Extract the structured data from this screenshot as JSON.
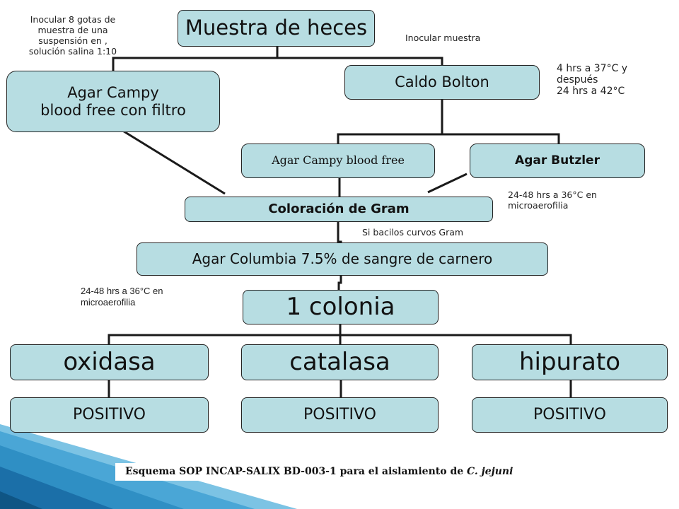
{
  "nodes": {
    "muestra": "Muestra de heces",
    "caldo": "Caldo Bolton",
    "agar_campy_filtro_l1": "Agar Campy",
    "agar_campy_filtro_l2": "blood free con filtro",
    "agar_campy_blood": "Agar Campy blood free",
    "agar_butzler": "Agar Butzler",
    "gram": "Coloración de Gram",
    "columbia": "Agar Columbia 7.5% de sangre de carnero",
    "colonia": "1 colonia",
    "oxidasa": "oxidasa",
    "catalasa": "catalasa",
    "hipurato": "hipurato",
    "positivo_1": "POSITIVO",
    "positivo_2": "POSITIVO",
    "positivo_3": "POSITIVO"
  },
  "annotations": {
    "inocular_gotas_l1": "Inocular 8 gotas de",
    "inocular_gotas_l2": "muestra de una",
    "inocular_gotas_l3": "suspensión en ,",
    "inocular_gotas_l4": "solución salina 1:10",
    "inocular_muestra": "Inocular muestra",
    "incubacion_l1": "4  hrs a 37°C y",
    "incubacion_l2": "después",
    "incubacion_l3": "24 hrs a  42°C",
    "micro_right_l1": "24-48 hrs a 36°C en",
    "micro_right_l2": "microaerofilia",
    "bacilos": "Si bacilos curvos Gram",
    "micro_left_l1": "24-48 hrs a 36°C en",
    "micro_left_l2": "microaerofilia"
  },
  "footer": {
    "text": "Esquema SOP INCAP-SALIX BD-003-1 para el aislamiento de ",
    "species": "C. jejuni"
  },
  "colors": {
    "box_fill": "#b7dde2",
    "line": "#1a1a1a",
    "corner_blue": "#2f8fc4"
  }
}
